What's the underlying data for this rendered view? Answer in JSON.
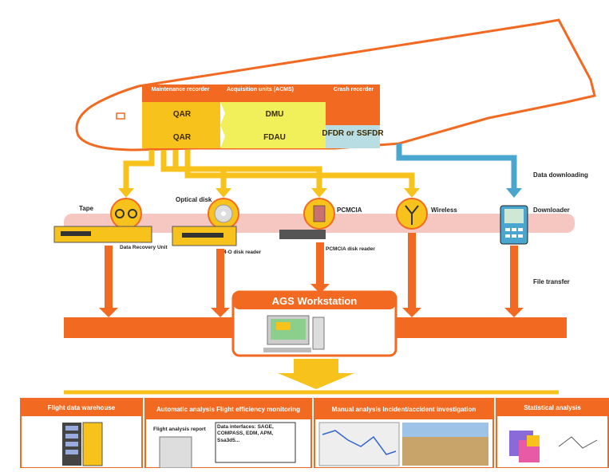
{
  "aircraft": {
    "header_cells": [
      {
        "label": "Maintenance recorder"
      },
      {
        "label": "Acquisition units (ACMS)"
      },
      {
        "label": "Crash recorder"
      }
    ],
    "rows": [
      [
        "QAR",
        "DMU",
        ""
      ],
      [
        "QAR",
        "FDAU",
        "DFDR or SSFDR"
      ]
    ]
  },
  "labels": {
    "data_downloading": "Data downloading",
    "file_transfer": "File transfer"
  },
  "media": [
    {
      "name": "Tape",
      "reader": "Data Recovery Unit"
    },
    {
      "name": "Optical disk",
      "reader": "M-O disk reader"
    },
    {
      "name": "PCMCIA",
      "reader": "PCMCIA disk reader"
    },
    {
      "name": "Wireless",
      "reader": ""
    },
    {
      "name": "Downloader",
      "reader": ""
    }
  ],
  "workstation": {
    "title": "AGS Workstation"
  },
  "bottom": [
    {
      "title": "Flight data warehouse"
    },
    {
      "title": "Automatic analysis Flight efficiency monitoring",
      "note_title": "Flight analysis report",
      "note": "Data interfaces: SAGE, COMPASS, EDM, APM, Ssa3d5..."
    },
    {
      "title": "Manual analysis Incident/accident investigation"
    },
    {
      "title": "Statistical analysis"
    }
  ],
  "colors": {
    "orange": "#f26a21",
    "yellow": "#f7c21c",
    "cell_yellow": "#fbdc7c",
    "teal": "#4aa6cf"
  }
}
